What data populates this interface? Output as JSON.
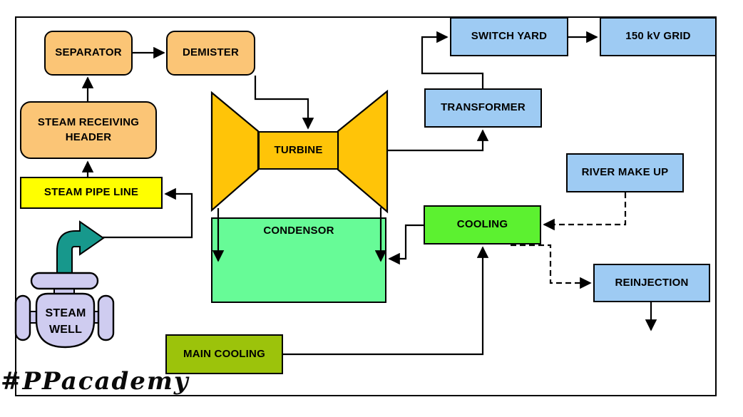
{
  "diagram_type": "process-flow",
  "palette": {
    "box_orange": "#FBC576",
    "box_yellow": "#FFFF00",
    "turbine_gold": "#FFC408",
    "condensor_green": "#67FB97",
    "cooling_green": "#5CF130",
    "main_cooling_olive": "#9CC30B",
    "electrical_blue": "#9ECBF3",
    "well_lavender": "#CFCCF0",
    "well_arrow_teal": "#17988C",
    "line_black": "#000000"
  },
  "nodes": {
    "separator": {
      "label": "SEPARATOR",
      "fill": "#FBC576"
    },
    "demister": {
      "label": "DEMISTER",
      "fill": "#FBC576"
    },
    "steam_receiving_header": {
      "label": "STEAM RECEIVING HEADER",
      "fill": "#FBC576"
    },
    "steam_pipe_line": {
      "label": "STEAM PIPE LINE",
      "fill": "#FFFF00"
    },
    "steam_well": {
      "label": "STEAM WELL",
      "fill": "#CFCCF0"
    },
    "turbine": {
      "label": "TURBINE",
      "fill": "#FFC408"
    },
    "condensor": {
      "label": "CONDENSOR",
      "fill": "#67FB97"
    },
    "main_cooling": {
      "label": "MAIN COOLING",
      "fill": "#9CC30B"
    },
    "cooling": {
      "label": "COOLING",
      "fill": "#5CF130"
    },
    "transformer": {
      "label": "TRANSFORMER",
      "fill": "#9ECBF3"
    },
    "switch_yard": {
      "label": "SWITCH YARD",
      "fill": "#9ECBF3"
    },
    "grid_150kv": {
      "label": "150 kV GRID",
      "fill": "#9ECBF3"
    },
    "river_make_up": {
      "label": "RIVER MAKE UP",
      "fill": "#9ECBF3"
    },
    "reinjection": {
      "label": "REINJECTION",
      "fill": "#9ECBF3"
    }
  },
  "connectors": [
    {
      "id": "well-to-pipeline",
      "from": "STEAM WELL",
      "to": "STEAM PIPE LINE",
      "style": "solid"
    },
    {
      "id": "pipeline-to-header",
      "from": "STEAM PIPE LINE",
      "to": "STEAM RECEIVING HEADER",
      "style": "solid"
    },
    {
      "id": "header-to-separator",
      "from": "STEAM RECEIVING HEADER",
      "to": "SEPARATOR",
      "style": "solid"
    },
    {
      "id": "separator-to-demister",
      "from": "SEPARATOR",
      "to": "DEMISTER",
      "style": "solid"
    },
    {
      "id": "demister-to-turbine",
      "from": "DEMISTER",
      "to": "TURBINE",
      "style": "solid"
    },
    {
      "id": "turbine-to-condensor-left",
      "from": "TURBINE",
      "to": "CONDENSOR",
      "style": "solid"
    },
    {
      "id": "turbine-to-condensor-right",
      "from": "TURBINE",
      "to": "CONDENSOR",
      "style": "solid"
    },
    {
      "id": "turbine-to-transformer",
      "from": "TURBINE",
      "to": "TRANSFORMER",
      "style": "solid"
    },
    {
      "id": "transformer-to-switchyard",
      "from": "TRANSFORMER",
      "to": "SWITCH YARD",
      "style": "solid"
    },
    {
      "id": "switchyard-to-grid",
      "from": "SWITCH YARD",
      "to": "150 kV GRID",
      "style": "solid"
    },
    {
      "id": "maincooling-to-cooling",
      "from": "MAIN COOLING",
      "to": "COOLING",
      "style": "solid"
    },
    {
      "id": "cooling-to-condensor",
      "from": "COOLING",
      "to": "CONDENSOR",
      "style": "solid"
    },
    {
      "id": "rivermakeup-to-cooling",
      "from": "RIVER MAKE UP",
      "to": "COOLING",
      "style": "dashed"
    },
    {
      "id": "cooling-to-reinjection",
      "from": "COOLING",
      "to": "REINJECTION",
      "style": "dashed"
    },
    {
      "id": "reinjection-outflow",
      "from": "REINJECTION",
      "to": "",
      "style": "solid"
    }
  ],
  "watermark": {
    "text": "#PPacademy"
  }
}
